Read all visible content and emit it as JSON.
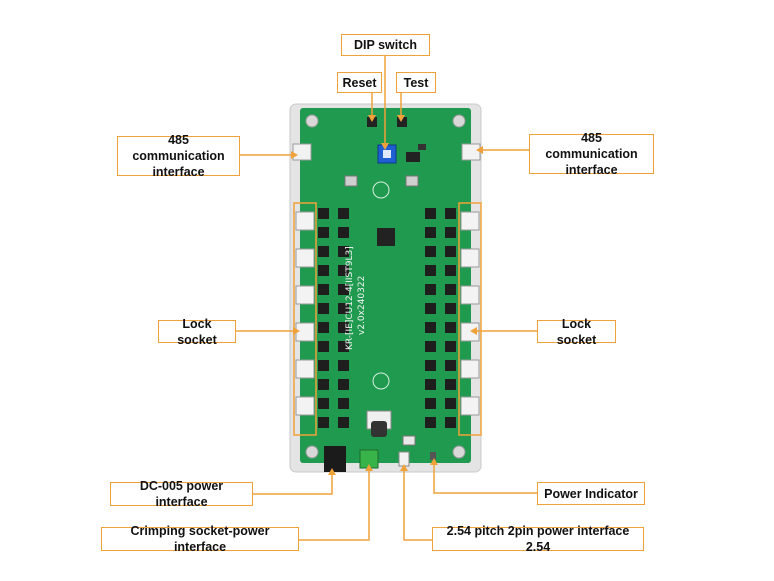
{
  "callouts": {
    "dip_switch": "DIP switch",
    "reset": "Reset",
    "test": "Test",
    "comm_left": "485 communication interface",
    "comm_right": "485 communication interface",
    "lock_left": "Lock socket",
    "lock_right": "Lock socket",
    "dc005": "DC-005 power interface",
    "power_indicator": "Power Indicator",
    "crimping": "Crimping socket-power interface",
    "pitch_254": "2.54 pitch 2pin power interface 2.54"
  },
  "board": {
    "silkscreen": {
      "model": "KR-[IE]CU12-4[IIST9L3]",
      "version": "v2.0x240322"
    }
  },
  "colors": {
    "accent": "#f0a23a",
    "pcb": "#1f9a4f",
    "case": "#e6e6e6"
  }
}
